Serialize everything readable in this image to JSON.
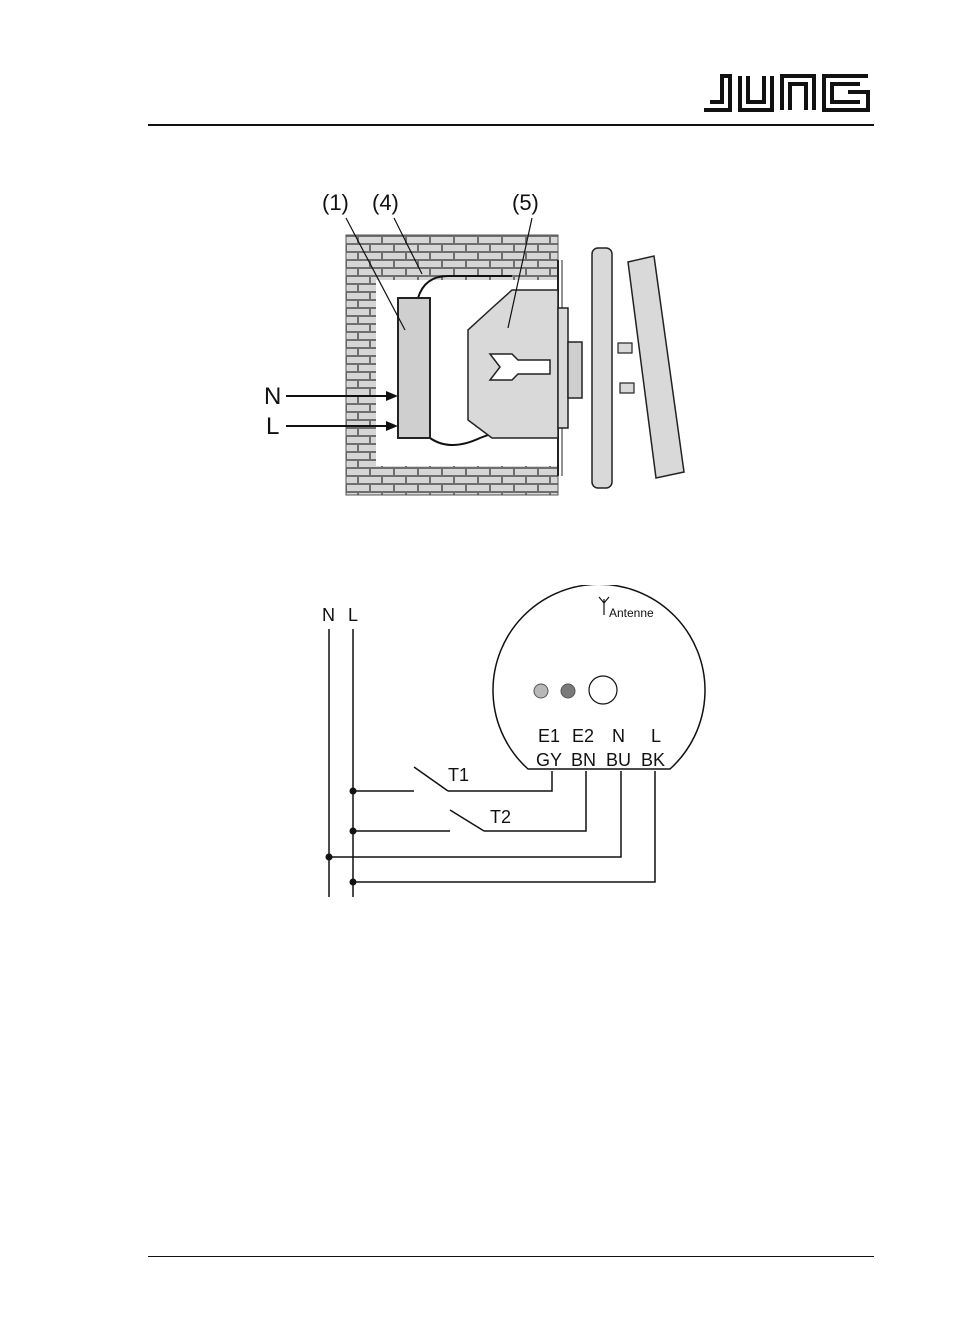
{
  "header": {
    "logo_text": "JUNG"
  },
  "figure_installation": {
    "labels": {
      "part1": "(1)",
      "part4": "(4)",
      "part5": "(5)",
      "neutral": "N",
      "line": "L"
    }
  },
  "figure_wiring": {
    "rails": {
      "neutral": "N",
      "line": "L"
    },
    "device": {
      "antenna": "Antenne",
      "terminals": [
        {
          "name": "E1",
          "wire": "GY"
        },
        {
          "name": "E2",
          "wire": "BN"
        },
        {
          "name": "N",
          "wire": "BU"
        },
        {
          "name": "L",
          "wire": "BK"
        }
      ]
    },
    "switches": {
      "t1": "T1",
      "t2": "T2"
    }
  }
}
